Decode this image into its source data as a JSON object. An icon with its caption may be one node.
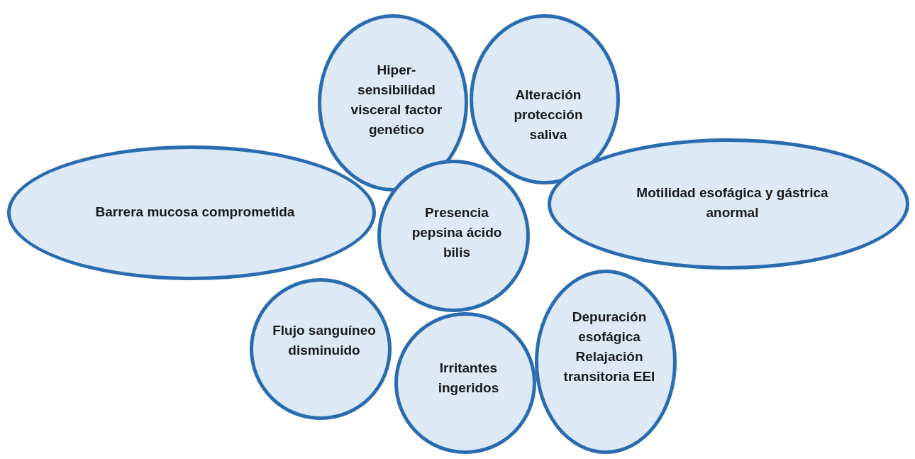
{
  "diagram": {
    "nodes": [
      {
        "text": [
          "Hiper- sensibilidad visceral factor genético"
        ]
      },
      {
        "text": [
          "Alteración protección saliva"
        ]
      },
      {
        "text": [
          "Barrera mucosa comprometida"
        ]
      },
      {
        "text": [
          "Motilidad esofágica y gástrica anormal"
        ]
      },
      {
        "text": [
          "Presencia pepsina ácido bilis"
        ]
      },
      {
        "text": [
          "Flujo sanguíneo disminuido"
        ]
      },
      {
        "text": [
          "Depuración esofágica Relajación transitoria EEI"
        ]
      },
      {
        "text": [
          "Irritantes ingeridos"
        ]
      }
    ],
    "edges": []
  }
}
